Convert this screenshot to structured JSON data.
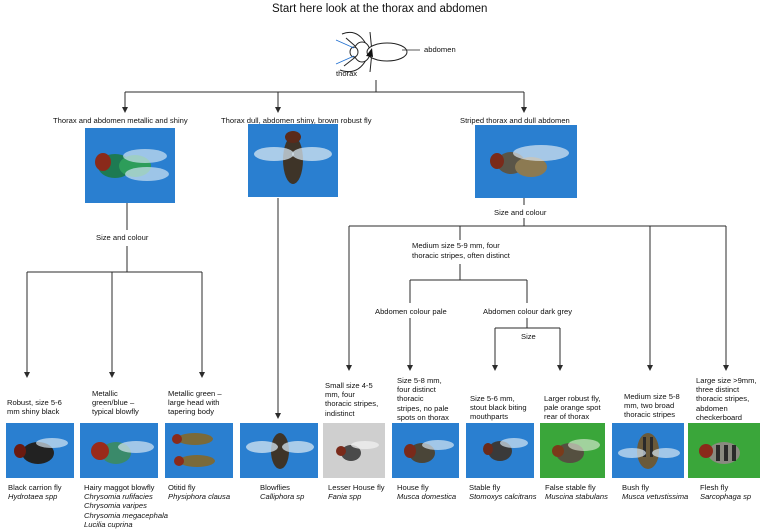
{
  "title": "Start here look at the thorax and abdomen",
  "diagram_labels": {
    "thorax": "thorax",
    "abdomen": "abdomen"
  },
  "branches": {
    "left": "Thorax and abdomen metallic and shiny",
    "middle": "Thorax dull, abdomen shiny, brown robust fly",
    "right": "Striped thorax and dull abdomen"
  },
  "nodes": {
    "left_size": "Size and colour",
    "right_size": "Size and colour",
    "medium_lines": [
      "Medium size 5-9 mm, four",
      "thoracic stripes, often distinct"
    ],
    "abdomen_pale": "Abdomen colour pale",
    "abdomen_dark": "Abdomen colour dark grey",
    "size": "Size"
  },
  "leaves": [
    {
      "desc": [
        "Robust, size 5-6",
        "mm shiny black"
      ],
      "common": "Black carrion fly",
      "species": [
        "Hydrotaea spp"
      ]
    },
    {
      "desc": [
        "Metallic",
        "green/blue –",
        "typical blowfly"
      ],
      "common": "Hairy maggot blowfly",
      "species": [
        "Chrysomia rufifacies",
        "Chrysomia varipes",
        "Chrysomia megacephala",
        "Lucilia cuprina"
      ]
    },
    {
      "desc": [
        "Metallic green –",
        "large head with",
        "tapering body"
      ],
      "common": "Otitid fly",
      "species": [
        "Physiphora clausa"
      ]
    },
    {
      "desc": [],
      "common": "Blowflies",
      "species": [
        "Calliphora sp"
      ]
    },
    {
      "desc": [
        "Small size 4-5",
        "mm, four",
        "thoracic stripes,",
        "indistinct"
      ],
      "common": "Lesser House fly",
      "species": [
        "Fania spp"
      ]
    },
    {
      "desc": [
        "Size 5-8 mm,",
        "four distinct",
        "thoracic",
        "stripes, no pale",
        "spots on thorax"
      ],
      "common": "House fly",
      "species": [
        "Musca domestica"
      ]
    },
    {
      "desc": [
        "Size 5-6 mm,",
        "stout black biting",
        "mouthparts"
      ],
      "common": "Stable fly",
      "species": [
        "Stomoxys calcitrans"
      ]
    },
    {
      "desc": [
        "Larger robust fly,",
        "pale orange spot",
        "rear of thorax"
      ],
      "common": "False stable fly",
      "species": [
        "Muscina stabulans"
      ]
    },
    {
      "desc": [
        "Medium size 5-8",
        "mm, two broad",
        "thoracic stripes"
      ],
      "common": "Bush fly",
      "species": [
        "Musca vetustissima"
      ]
    },
    {
      "desc": [
        "Large size >9mm,",
        "three distinct",
        "thoracic stripes,",
        "abdomen",
        "checkerboard"
      ],
      "common": "Flesh fly",
      "species": [
        "Sarcophaga sp"
      ]
    }
  ],
  "colors": {
    "line": "#2b2b2b",
    "photo_blue": "#2a7fd0",
    "photo_green": "#3aa63a",
    "photo_grey": "#cfcfcf"
  }
}
